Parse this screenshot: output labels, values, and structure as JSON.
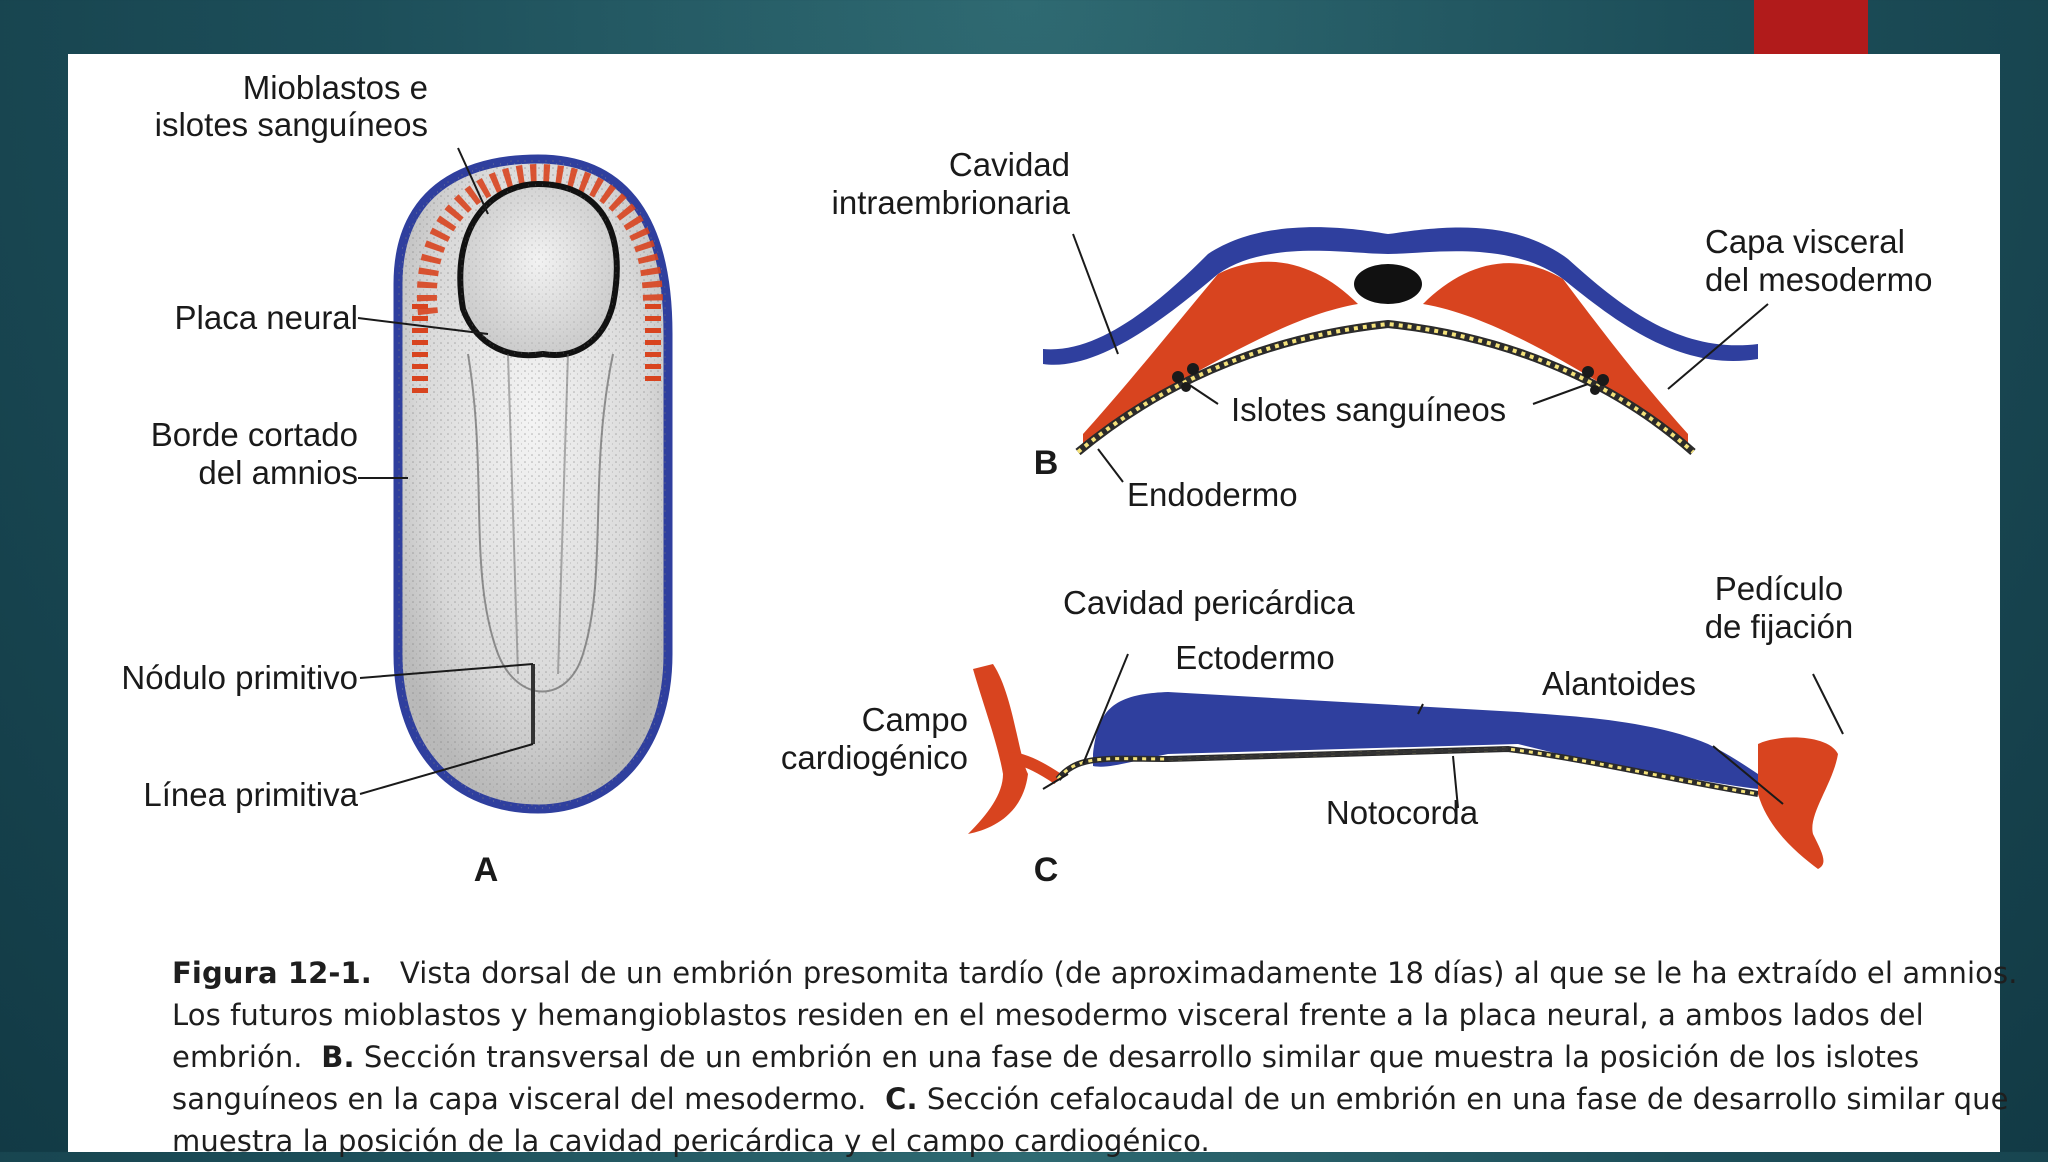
{
  "figure": {
    "panel_a": {
      "letter": "A",
      "labels": {
        "mioblastos_1": "Mioblastos e",
        "mioblastos_2": "islotes sanguíneos",
        "placa_neural": "Placa neural",
        "borde_1": "Borde cortado",
        "borde_2": "del amnios",
        "nodulo": "Nódulo primitivo",
        "linea": "Línea primitiva"
      }
    },
    "panel_b": {
      "letter": "B",
      "labels": {
        "cavidad_1": "Cavidad",
        "cavidad_2": "intraembrionaria",
        "capa_1": "Capa visceral",
        "capa_2": "del mesodermo",
        "islotes": "Islotes sanguíneos",
        "endodermo": "Endodermo"
      }
    },
    "panel_c": {
      "letter": "C",
      "labels": {
        "cav_pericardica": "Cavidad pericárdica",
        "pediculo_1": "Pedículo",
        "pediculo_2": "de fijación",
        "ectodermo": "Ectodermo",
        "alantoides": "Alantoides",
        "campo_1": "Campo",
        "campo_2": "cardiogénico",
        "notocorda": "Notocorda"
      }
    },
    "caption": {
      "fig_label": "Figura 12-1.",
      "text_a": "Vista dorsal de un embrión presomita tardío (de aproximadamente 18 días) al que se le ha extraído el amnios. Los futuros mioblastos y hemangioblastos residen en el mesodermo visceral frente a la placa neural, a ambos lados del embrión.",
      "b_label": "B.",
      "text_b": "Sección transversal de un embrión en una fase de desarrollo similar que muestra la posición de los islotes sanguíneos en la capa visceral del mesodermo.",
      "c_label": "C.",
      "text_c": "Sección cefalocaudal de un embrión en una fase de desarrollo similar que muestra la posición de la cavidad pericárdica y el campo cardiogénico."
    }
  },
  "colors": {
    "ectoderm_blue": "#2f3f9e",
    "mesoderm_red": "#d8441f",
    "accent_red_tab": "#b11b1b",
    "background_teal": "#1d4f5a"
  }
}
